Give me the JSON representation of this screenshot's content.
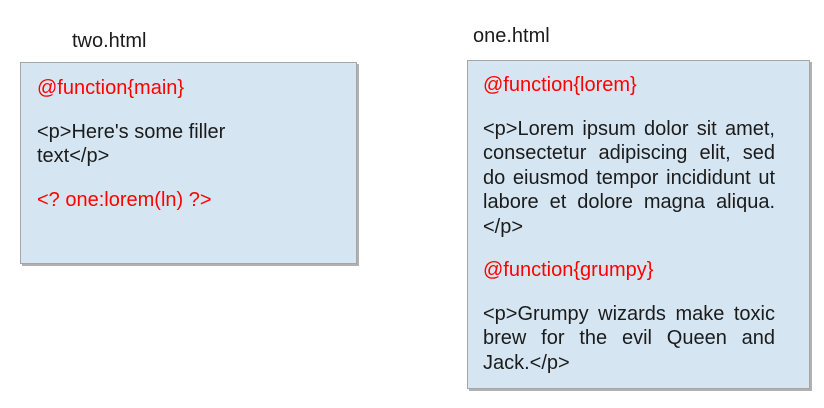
{
  "diagram": {
    "colors": {
      "directive_red": "#ff0000",
      "code_text": "#1b1b1b",
      "panel_background": "#d5e6f2",
      "panel_border": "#a6a6a6"
    },
    "files": [
      {
        "title": "two.html",
        "blocks": {
          "function_decl": "@function{main}",
          "paragraph": "<p>Here's some filler text</p>",
          "template_call": "<? one:lorem(ln) ?>"
        }
      },
      {
        "title": "one.html",
        "blocks": {
          "function_decl_lorem": "@function{lorem}",
          "paragraph_lorem": "<p>Lorem ipsum dolor sit amet, consectetur adipiscing elit, sed do eiusmod tempor incididunt ut labore et dolore magna aliqua.</p>",
          "function_decl_grumpy": "@function{grumpy}",
          "paragraph_grumpy": "<p>Grumpy wizards make toxic brew for the evil Queen and Jack.</p>"
        }
      }
    ]
  }
}
